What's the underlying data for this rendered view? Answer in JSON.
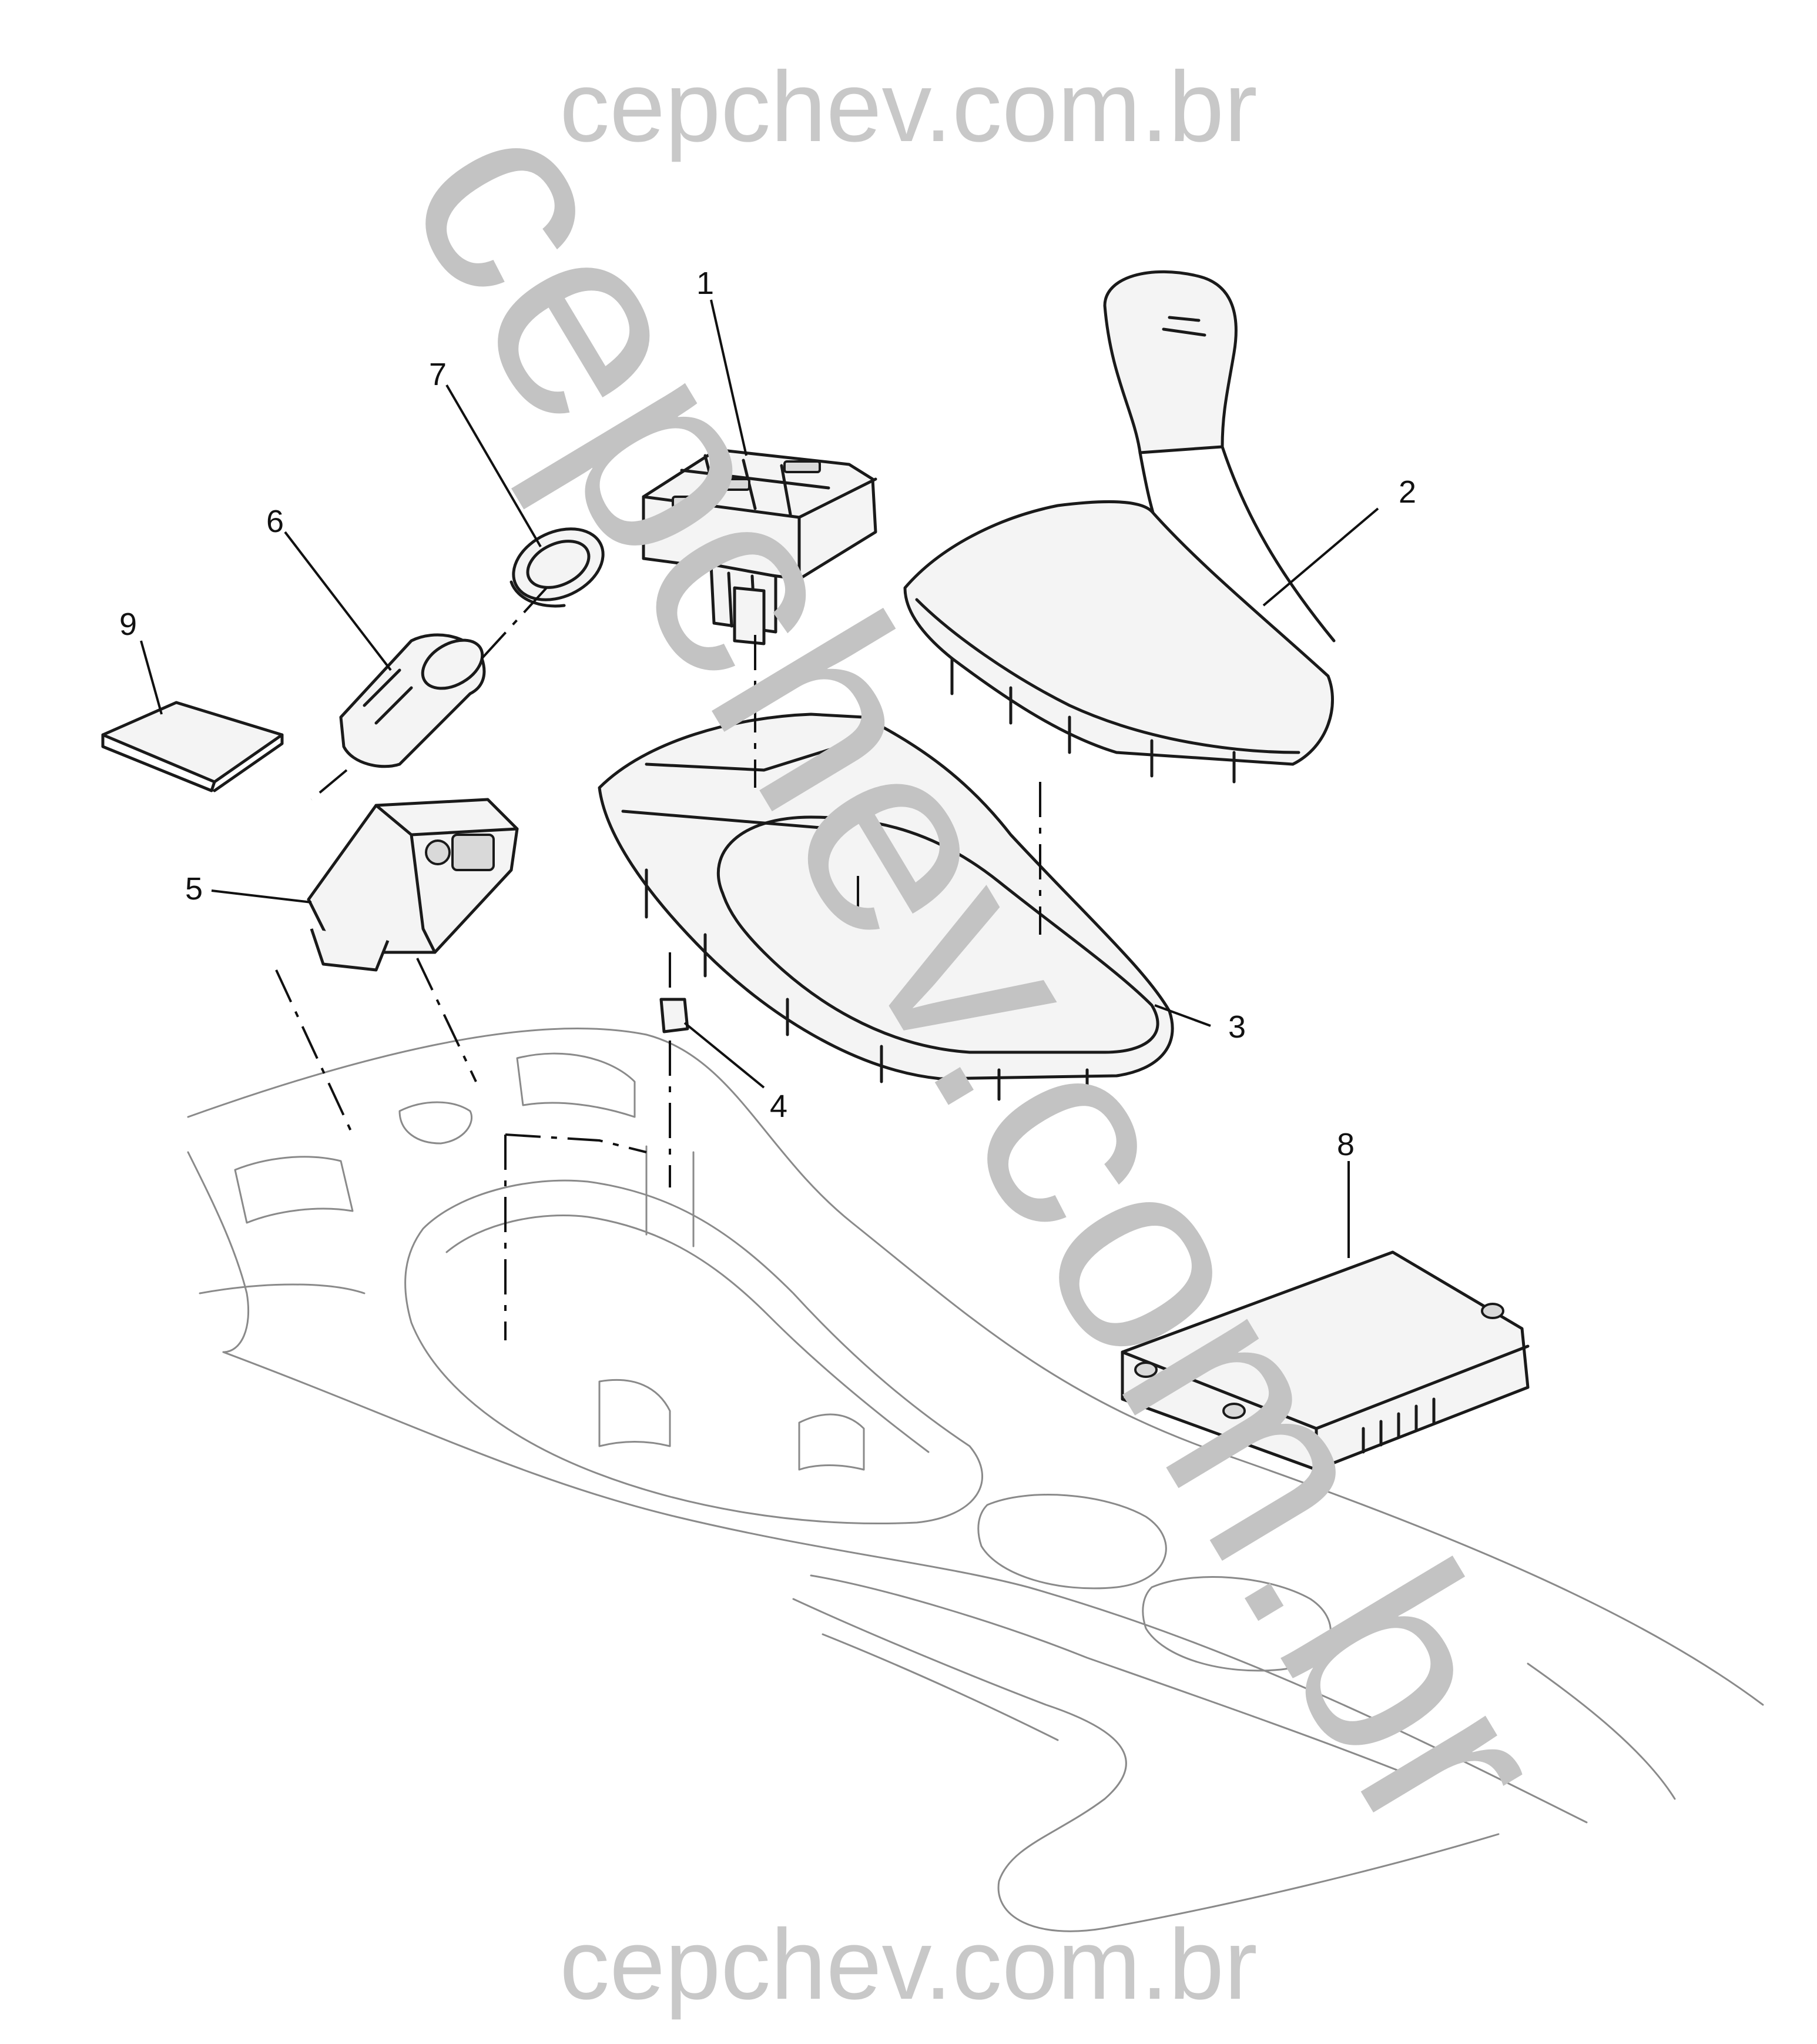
{
  "watermark": {
    "top": "cepchev.com.br",
    "bottom": "cepchev.com.br",
    "diagonal": "cepchev.com.br"
  },
  "callouts": [
    "1",
    "2",
    "3",
    "4",
    "5",
    "6",
    "7",
    "8",
    "9"
  ]
}
